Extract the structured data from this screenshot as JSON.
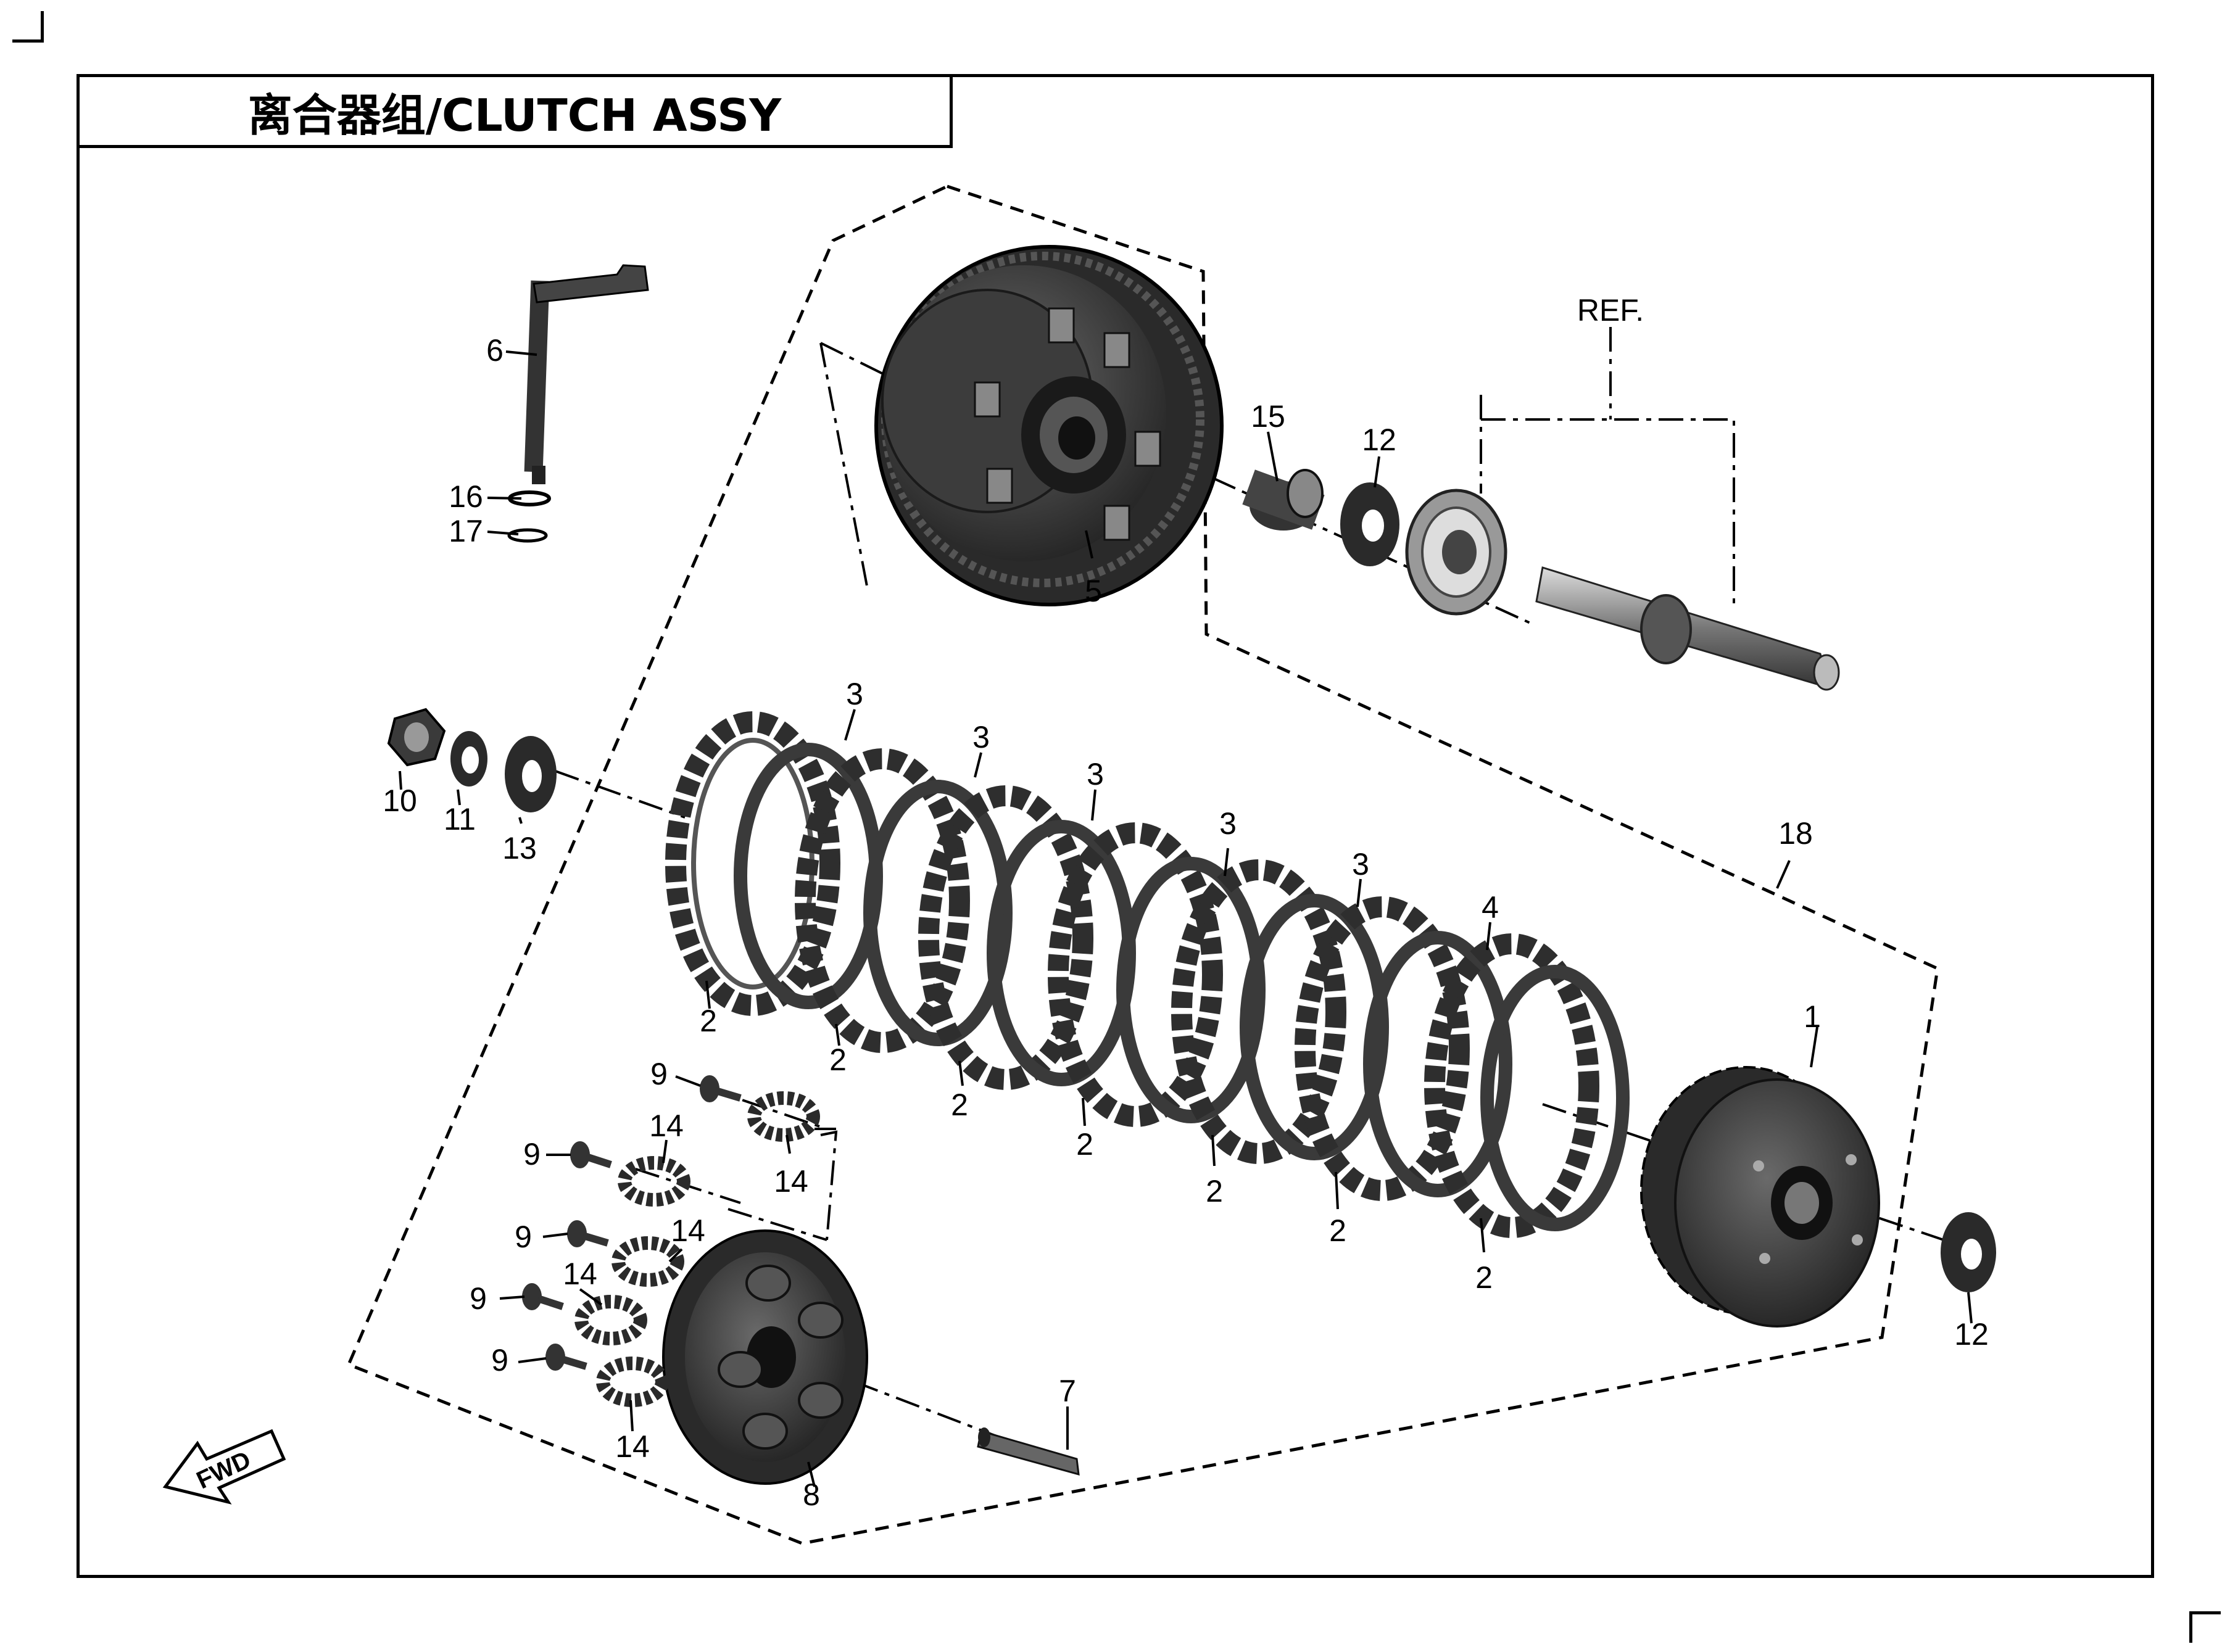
{
  "title": "离合器组/CLUTCH ASSY",
  "callouts": {
    "c1": "1",
    "c2a": "2",
    "c2b": "2",
    "c2c": "2",
    "c2d": "2",
    "c2e": "2",
    "c2f": "2",
    "c2g": "2",
    "c3a": "3",
    "c3b": "3",
    "c3c": "3",
    "c3d": "3",
    "c3e": "3",
    "c4": "4",
    "c5": "5",
    "c6": "6",
    "c7": "7",
    "c8": "8",
    "c9a": "9",
    "c9b": "9",
    "c9c": "9",
    "c9d": "9",
    "c9e": "9",
    "c10": "10",
    "c11": "11",
    "c12a": "12",
    "c12b": "12",
    "c13": "13",
    "c14a": "14",
    "c14b": "14",
    "c14c": "14",
    "c14d": "14",
    "c14e": "14",
    "c15": "15",
    "c16": "16",
    "c17": "17",
    "c18": "18",
    "ref": "REF."
  },
  "fwd_arrow": {
    "label": "FWD",
    "icon": "forward-arrow-icon"
  },
  "colors": {
    "part_fill": "#3a3a3a",
    "part_dark": "#1c1c1c",
    "part_light": "#8a8a8a",
    "line": "#000000"
  }
}
